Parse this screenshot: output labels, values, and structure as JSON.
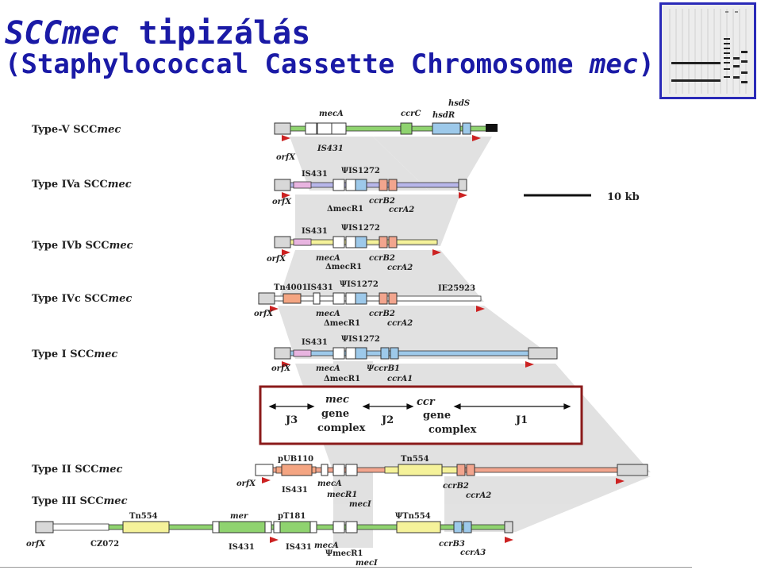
{
  "title": {
    "line1_italic": "SCCmec",
    "line1_rest": " tipizálás",
    "line2_a": "(Staphylococcal Cassette Chromosome ",
    "line2_italic": "mec",
    "line2_b": ")"
  },
  "colors": {
    "title": "#1a1aa6",
    "gel_border": "#2a2ab8",
    "box_border": "#8b1a1a",
    "mec_shade": "#d9d9d9",
    "orange": "#f4a582",
    "green": "#8fd36f",
    "yellow": "#f5f29a",
    "blue": "#9dc9ea",
    "pink": "#e8b4e0",
    "lilac": "#b7b6ea",
    "salmon": "#f2a58e",
    "grey": "#c8c8c8"
  },
  "types": [
    {
      "label_pre": "Type-V SCC",
      "label_it": "mec"
    },
    {
      "label_pre": "Type IVa SCC",
      "label_it": "mec"
    },
    {
      "label_pre": "Type IVb SCC",
      "label_it": "mec"
    },
    {
      "label_pre": "Type IVc SCC",
      "label_it": "mec"
    },
    {
      "label_pre": "Type I  SCC",
      "label_it": "mec"
    },
    {
      "label_pre": "Type II SCC",
      "label_it": "mec"
    },
    {
      "label_pre": "Type III  SCC",
      "label_it": "mec"
    }
  ],
  "scale": {
    "label": "10 kb"
  },
  "labels": {
    "v_meca": "mecA",
    "v_ccrc": "ccrC",
    "v_hsdr": "hsdR",
    "v_hsds": "hsdS",
    "v_is431": "IS431",
    "v_orfx": "orfX",
    "iva_is431": "IS431",
    "iva_psi": "ΨIS1272",
    "iva_orfx": "orfX",
    "iva_dmecr": "ΔmecR1",
    "iva_ccrb": "ccrB2",
    "iva_ccra": "ccrA2",
    "ivb_is431": "IS431",
    "ivb_psi": "ΨIS1272",
    "ivb_orfx": "orfX",
    "ivb_meca": "mecA",
    "ivb_dmecr": "ΔmecR1",
    "ivb_ccrb": "ccrB2",
    "ivb_ccra": "ccrA2",
    "ivc_tn": "Tn4001",
    "ivc_is431": "IS431",
    "ivc_psi": "ΨIS1272",
    "ivc_ie": "IE25923",
    "ivc_orfx": "orfX",
    "ivc_meca": "mecA",
    "ivc_dmecr": "ΔmecR1",
    "ivc_ccrb": "ccrB2",
    "ivc_ccra": "ccrA2",
    "i_is431": "IS431",
    "i_psi": "ΨIS1272",
    "i_orfx": "orfX",
    "i_meca": "mecA",
    "i_dmecr": "ΔmecR1",
    "i_psiccrb": "ΨccrB1",
    "i_ccra": "ccrA1",
    "ii_pub": "pUB110",
    "ii_tn": "Tn554",
    "ii_orfx": "orfX",
    "ii_is431": "IS431",
    "ii_meca": "mecA",
    "ii_mecr": "mecR1",
    "ii_meci": "mecI",
    "ii_ccrb": "ccrB2",
    "ii_ccra": "ccrA2",
    "iii_tn": "Tn554",
    "iii_mer": "mer",
    "iii_pt": "pT181",
    "iii_psitn": "ΨTn554",
    "iii_orfx": "orfX",
    "iii_cz": "CZ072",
    "iii_is431a": "IS431",
    "iii_is431b": "IS431",
    "iii_meca": "mecA",
    "iii_psimecr": "ΨmecR1",
    "iii_meci": "mecI",
    "iii_ccrb": "ccrB3",
    "iii_ccra": "ccrA3"
  },
  "legend_box": {
    "j3": "J3",
    "mec": "mec",
    "gene1": "gene",
    "complex1": "complex",
    "j2": "J2",
    "ccr": "ccr",
    "gene2": "gene",
    "complex2": "complex",
    "j1": "J1"
  }
}
